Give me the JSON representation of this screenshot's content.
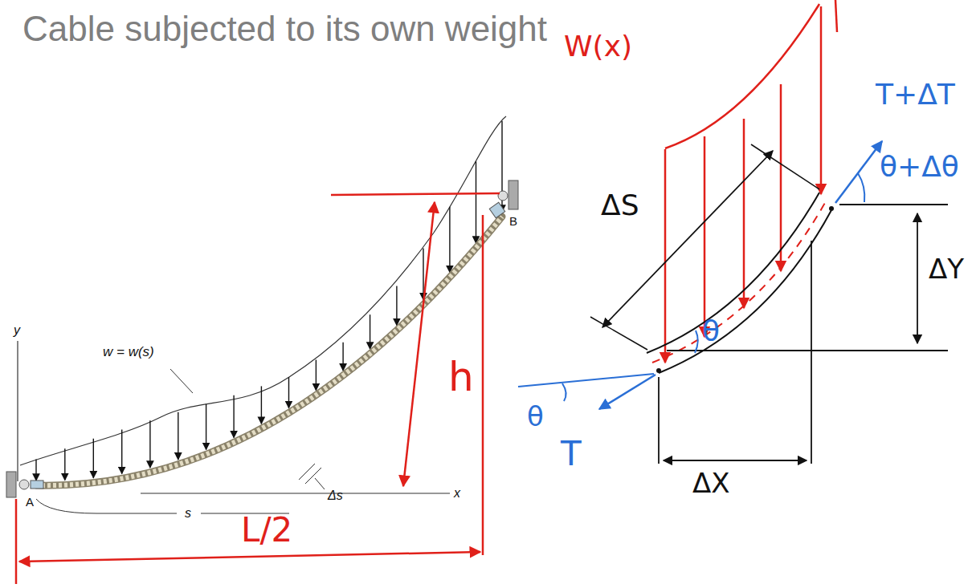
{
  "diagram": {
    "title": "Cable subjected to its own weight",
    "labels": [
      "w = w(s)",
      "y",
      "x",
      "A",
      "B",
      "s",
      "Δs",
      "h",
      "L/2",
      "W(x)",
      "T+ΔT",
      "θ+Δθ",
      "ΔS",
      "θ",
      "θ",
      "ΔY",
      "T",
      "ΔX"
    ]
  }
}
